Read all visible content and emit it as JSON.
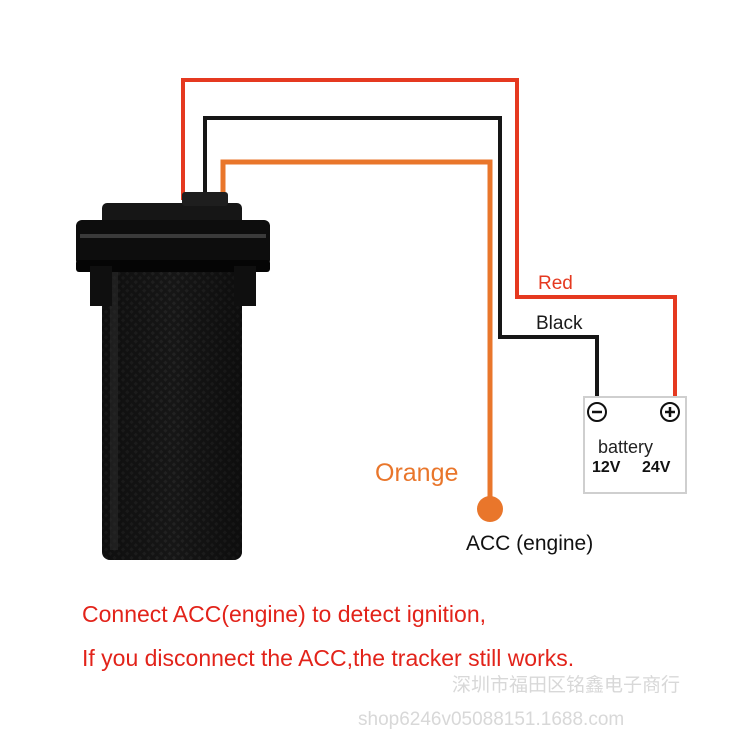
{
  "wires": {
    "red": {
      "label": "Red",
      "color": "#e53920"
    },
    "black": {
      "label": "Black",
      "color": "#1a1a1a"
    },
    "orange": {
      "label": "Orange",
      "color": "#e9762b"
    }
  },
  "acc_label": "ACC (engine)",
  "battery": {
    "name": "battery",
    "voltage_low": "12V",
    "voltage_high": "24V",
    "negative_terminal": "minus-icon",
    "positive_terminal": "plus-icon"
  },
  "caption": {
    "line1": "Connect ACC(engine) to detect ignition,",
    "line2": "If you disconnect the ACC,the tracker still works.",
    "color": "#e2231a"
  },
  "watermark": {
    "line1": "深圳市福田区铭鑫电子商行",
    "line2": "shop6246v05088151.1688.com"
  }
}
